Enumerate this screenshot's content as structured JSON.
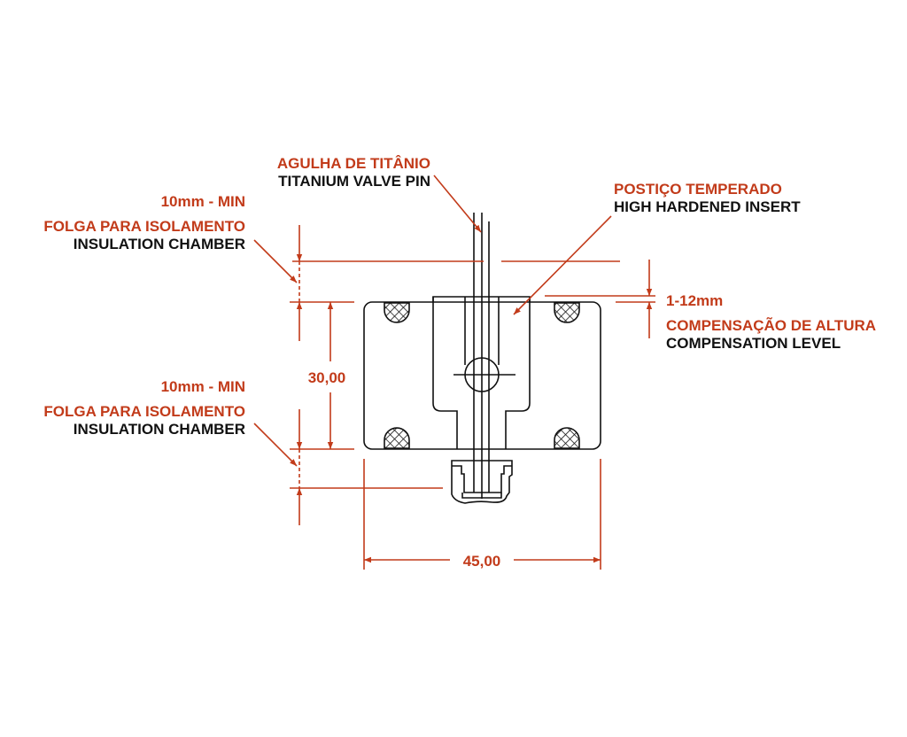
{
  "labels": {
    "pin_pt": "AGULHA DE TITÂNIO",
    "pin_en": "TITANIUM VALVE PIN",
    "insert_pt": "POSTIÇO TEMPERADO",
    "insert_en": "HIGH HARDENED INSERT",
    "top_gap_min": "10mm - MIN",
    "top_gap_pt": "FOLGA PARA ISOLAMENTO",
    "top_gap_en": "INSULATION CHAMBER",
    "bottom_gap_min": "10mm - MIN",
    "bottom_gap_pt": "FOLGA PARA ISOLAMENTO",
    "bottom_gap_en": "INSULATION CHAMBER",
    "comp_range": "1-12mm",
    "comp_pt": "COMPENSAÇÃO DE ALTURA",
    "comp_en": "COMPENSATION LEVEL",
    "height_dim": "30,00",
    "width_dim": "45,00"
  },
  "colors": {
    "dimension": "#c23b1a",
    "part": "#111111"
  }
}
